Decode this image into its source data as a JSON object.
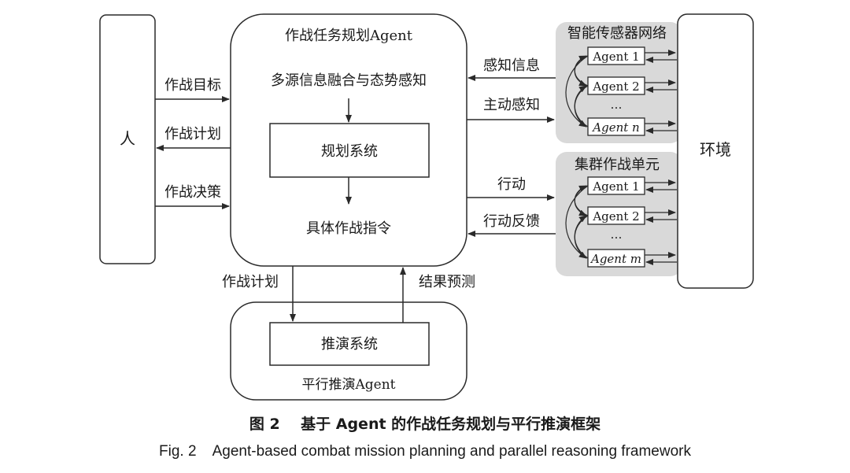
{
  "person": {
    "label": "人"
  },
  "environment": {
    "label": "环境"
  },
  "planning_agent": {
    "title": "作战任务规划Agent",
    "fusion": "多源信息融合与态势感知",
    "planning_system": "规划系统",
    "orders": "具体作战指令"
  },
  "person_links": {
    "combat_goal": "作战目标",
    "combat_plan": "作战计划",
    "combat_decision": "作战决策"
  },
  "sensor_group": {
    "title": "智能传感器网络",
    "agents": [
      "Agent 1",
      "Agent 2",
      "…",
      "Agent n"
    ],
    "in_label": "感知信息",
    "out_label": "主动感知"
  },
  "swarm_group": {
    "title": "集群作战单元",
    "agents": [
      "Agent 1",
      "Agent 2",
      "…",
      "Agent m"
    ],
    "in_label": "行动",
    "out_label": "行动反馈"
  },
  "parallel_agent": {
    "title": "平行推演Agent",
    "system": "推演系统",
    "plan_down": "作战计划",
    "result_up": "结果预测"
  },
  "caption": {
    "cn_fig": "图 2",
    "cn_text": "基于 Agent 的作战任务规划与平行推演框架",
    "en_fig": "Fig. 2",
    "en_text": "Agent-based combat mission planning and parallel reasoning framework"
  },
  "colors": {
    "group_bg": "#d9d9d9",
    "stroke": "#2a2a2a"
  }
}
